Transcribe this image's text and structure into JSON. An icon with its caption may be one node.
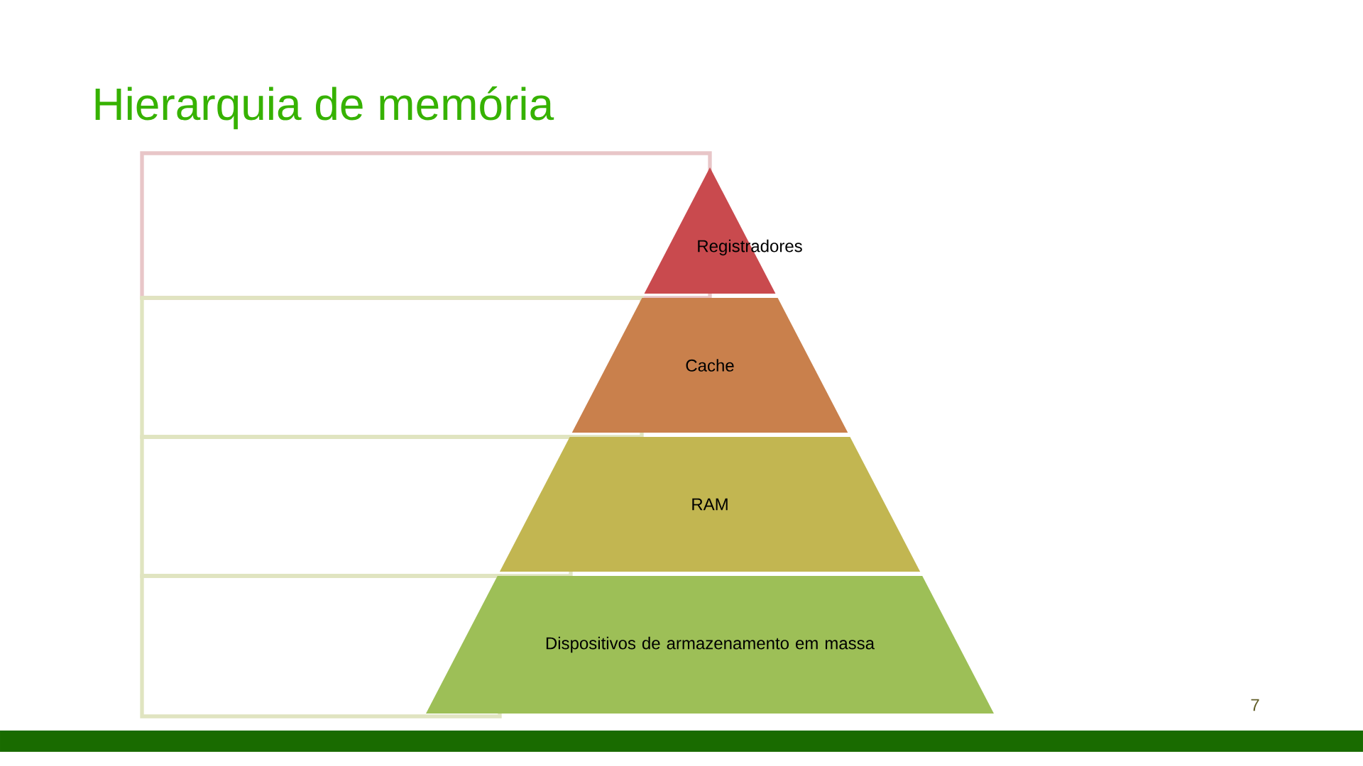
{
  "diagram": {
    "title": "Hierarquia de memória",
    "nodes": [
      {
        "text": [
          "Registradores"
        ]
      },
      {
        "text": [
          "Cache"
        ]
      },
      {
        "text": [
          "RAM"
        ]
      },
      {
        "text": [
          "Dispositivos de armazenamento em massa"
        ]
      },
      {
        "text": [],
        "shape": "box"
      },
      {
        "text": [],
        "shape": "box"
      },
      {
        "text": [],
        "shape": "box"
      },
      {
        "text": [],
        "shape": "box"
      }
    ],
    "labels": [
      "7"
    ]
  }
}
